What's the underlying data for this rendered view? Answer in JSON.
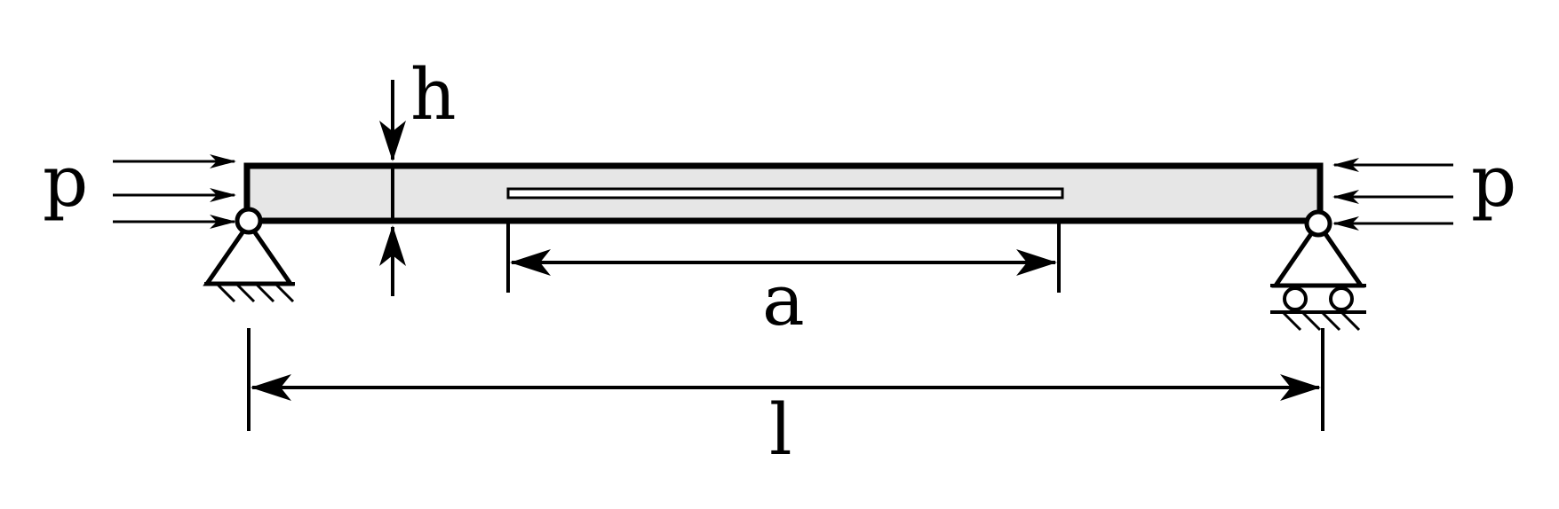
{
  "labels": {
    "load_left": "p",
    "load_right": "p",
    "thickness": "h",
    "crack_length": "a",
    "span_length": "l"
  },
  "colors": {
    "beam_fill": "#e6e6e6",
    "ink": "#000000",
    "background": "#ffffff"
  }
}
